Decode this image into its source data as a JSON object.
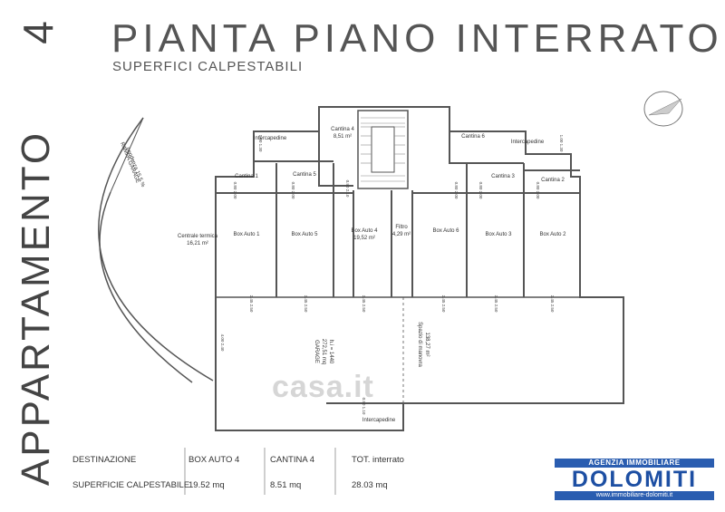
{
  "header": {
    "apartment_number": "4",
    "apartment_label": "APPARTAMENTO",
    "title": "PIANTA PIANO INTERRATO",
    "subtitle": "SUPERFICI CALPESTABILI"
  },
  "plan": {
    "ramp": {
      "name": "RAMPA GARAGE",
      "slope": "pendenza 15.5 %"
    },
    "rooms": {
      "centrale_termica": {
        "name": "Centrale termica",
        "area": "16,21 m²"
      },
      "cantina1": "Cantina 1",
      "cantina5": "Cantina 5",
      "cantina4": {
        "name": "Cantina 4",
        "area": "8,51 m²"
      },
      "cantina6": "Cantina 6",
      "cantina3": "Cantina 3",
      "cantina2": "Cantina 2",
      "box1": "Box Auto 1",
      "box5": "Box Auto 5",
      "box4": {
        "name": "Box Auto 4",
        "area": "19,52 m²"
      },
      "filtro": {
        "name": "Filtro",
        "area": "4,29 m²"
      },
      "box6": "Box Auto 6",
      "box3": "Box Auto 3",
      "box2": "Box Auto 2",
      "garage": {
        "name": "GARAGE",
        "area": "272,51 mq",
        "height": "h.i = 1440"
      },
      "manovra": {
        "name": "Spazio di manovra",
        "area": "138,27 m²"
      },
      "intercapedine_left": "Intercapedine",
      "intercapedine_right": "Intercapedine",
      "intercapedine_bottom": "Intercapedine"
    },
    "dims": {
      "d100_130": "1.00\n1.30",
      "d080_200": "0.80\n2.00",
      "d090_210": "0.90\n2.10",
      "d245_250": "2.45\n2.50",
      "d400_240": "4.00\n2.40",
      "d090_110": "0.90\n1.10"
    }
  },
  "table": {
    "headers": {
      "destination": "DESTINAZIONE",
      "col1": "BOX AUTO 4",
      "col2": "CANTINA 4",
      "col3": "TOT. interrato"
    },
    "row": {
      "label": "SUPERFICIE CALPESTABILE",
      "col1": "19.52 mq",
      "col2": "8.51 mq",
      "col3": "28.03 mq"
    }
  },
  "logo": {
    "top": "AGENZIA IMMOBILIARE",
    "brand": "DOLOMITI",
    "url": "www.immobiliare-dolomiti.it"
  },
  "watermark": "casa.it",
  "colors": {
    "wall": "#555555",
    "brand_blue": "#1d4fa3"
  }
}
